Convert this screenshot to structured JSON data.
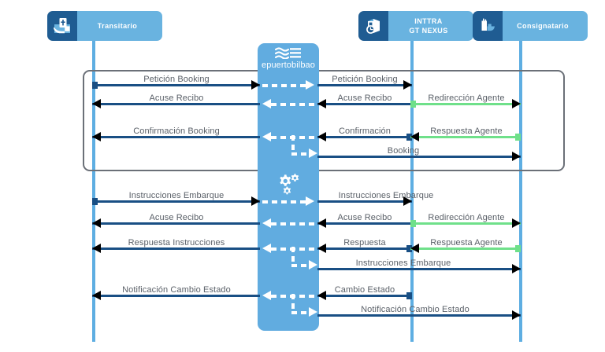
{
  "diagram": {
    "title": "Flujo de mensajes Transitario - epuertobilbao - INTTRA/GT NEXUS - Consignatario",
    "colors": {
      "navy_arrow": "#194f84",
      "green_arrow": "#6fe08a",
      "lifeline": "#5eaee2",
      "band": "#61ace0",
      "badge": "#1f5c92",
      "plate": "#69b3e0",
      "group_border": "#6b7078",
      "label_text": "#5a6068"
    }
  },
  "actors": [
    {
      "id": "transitario",
      "label_lines": [
        "Transitario"
      ],
      "icon": "hand-document-icon"
    },
    {
      "id": "epuertobilbao",
      "label_lines": [
        "epuertobilbao"
      ],
      "icon": "waves-logo-icon"
    },
    {
      "id": "inttra",
      "label_lines": [
        "INTTRA",
        "GT NEXUS"
      ],
      "icon": "container-scan-icon"
    },
    {
      "id": "consignatario",
      "label_lines": [
        "Consignatario"
      ],
      "icon": "hand-ship-icon"
    }
  ],
  "band": {
    "icon_top": "waves-logo-icon",
    "icon_middle": "gears-icon",
    "label": "epuertobilbao"
  },
  "messages": [
    {
      "id": "m1",
      "label": "Petición Booking",
      "from": "transitario",
      "to": "epuertobilbao",
      "style": "navy"
    },
    {
      "id": "m2",
      "label": "Petición Booking",
      "from": "epuertobilbao",
      "to": "inttra",
      "style": "navy"
    },
    {
      "id": "m3",
      "label": "Acuse Recibo",
      "from": "epuertobilbao",
      "to": "transitario",
      "style": "navy"
    },
    {
      "id": "m4",
      "label": "Acuse Recibo",
      "from": "inttra",
      "to": "epuertobilbao",
      "style": "navy"
    },
    {
      "id": "m5",
      "label": "Redirección Agente",
      "from": "inttra",
      "to": "consignatario",
      "style": "green"
    },
    {
      "id": "m6",
      "label": "Confirmación Booking",
      "from": "epuertobilbao",
      "to": "transitario",
      "style": "navy"
    },
    {
      "id": "m7",
      "label": "Confirmación",
      "from": "inttra",
      "to": "epuertobilbao",
      "style": "navy"
    },
    {
      "id": "m8",
      "label": "Respuesta Agente",
      "from": "consignatario",
      "to": "inttra",
      "style": "green"
    },
    {
      "id": "m9",
      "label": "Booking",
      "from": "epuertobilbao",
      "to": "consignatario",
      "style": "navy"
    },
    {
      "id": "m10",
      "label": "Instrucciones Embarque",
      "from": "transitario",
      "to": "epuertobilbao",
      "style": "navy"
    },
    {
      "id": "m11",
      "label": "Instrucciones Embarque",
      "from": "epuertobilbao",
      "to": "inttra",
      "style": "navy"
    },
    {
      "id": "m12",
      "label": "Acuse Recibo",
      "from": "epuertobilbao",
      "to": "transitario",
      "style": "navy"
    },
    {
      "id": "m13",
      "label": "Acuse Recibo",
      "from": "inttra",
      "to": "epuertobilbao",
      "style": "navy"
    },
    {
      "id": "m14",
      "label": "Redirección Agente",
      "from": "inttra",
      "to": "consignatario",
      "style": "green"
    },
    {
      "id": "m15",
      "label": "Respuesta Instrucciones",
      "from": "epuertobilbao",
      "to": "transitario",
      "style": "navy"
    },
    {
      "id": "m16",
      "label": "Respuesta",
      "from": "inttra",
      "to": "epuertobilbao",
      "style": "navy"
    },
    {
      "id": "m17",
      "label": "Respuesta Agente",
      "from": "consignatario",
      "to": "inttra",
      "style": "green"
    },
    {
      "id": "m18",
      "label": "Instrucciones Embarque",
      "from": "epuertobilbao",
      "to": "consignatario",
      "style": "navy"
    },
    {
      "id": "m19",
      "label": "Notificación Cambio Estado",
      "from": "epuertobilbao",
      "to": "transitario",
      "style": "navy"
    },
    {
      "id": "m20",
      "label": "Cambio Estado",
      "from": "inttra",
      "to": "epuertobilbao",
      "style": "navy"
    },
    {
      "id": "m21",
      "label": "Notificación Cambio Estado",
      "from": "epuertobilbao",
      "to": "consignatario",
      "style": "navy"
    }
  ]
}
